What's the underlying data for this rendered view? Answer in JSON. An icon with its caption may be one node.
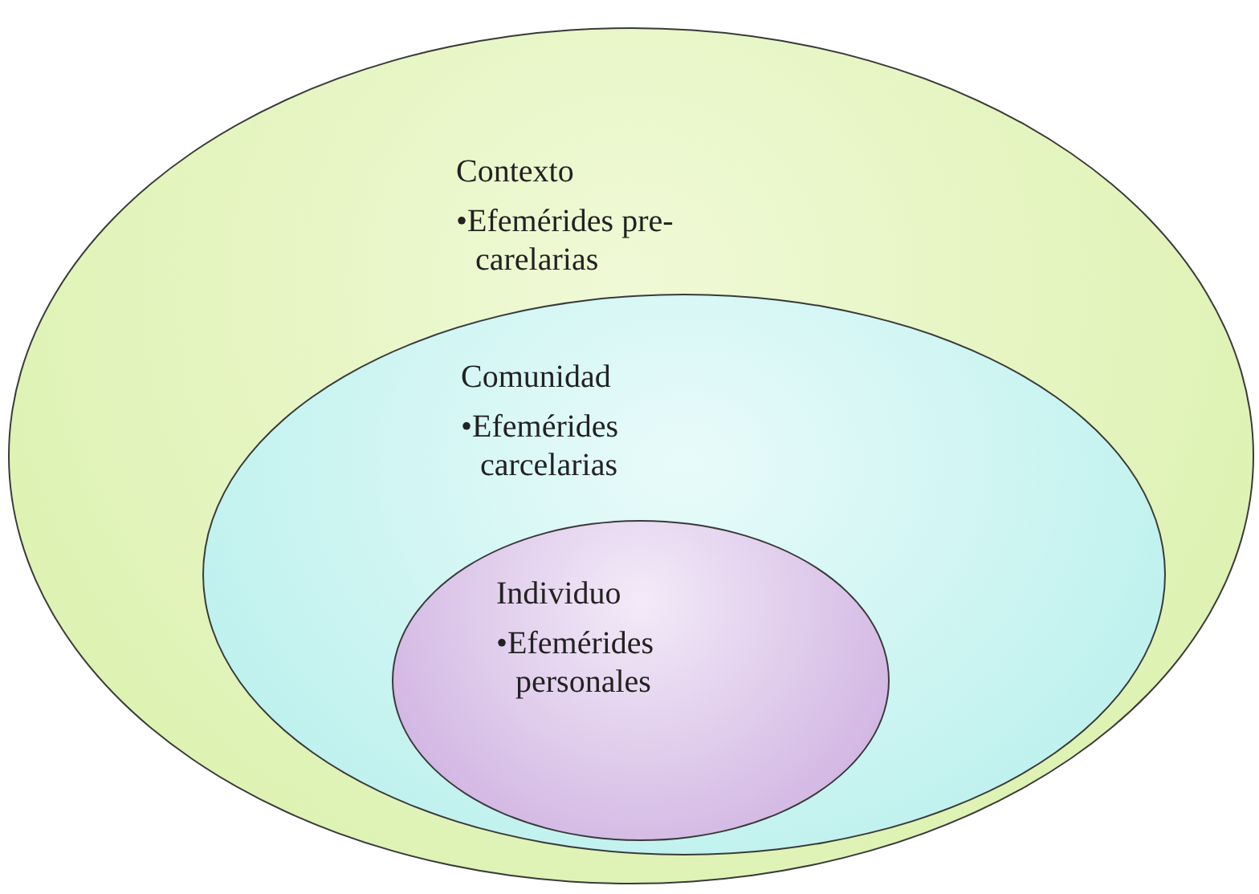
{
  "diagram": {
    "nodes": [
      {
        "text": [
          "Contexto",
          "•Efemérides pre-carelarias"
        ]
      },
      {
        "text": [
          "Comunidad",
          "•Efemérides carcelarias"
        ],
        "in": 0
      },
      {
        "text": [
          "Individuo",
          "•Efemérides personales"
        ],
        "in": 1
      }
    ]
  }
}
